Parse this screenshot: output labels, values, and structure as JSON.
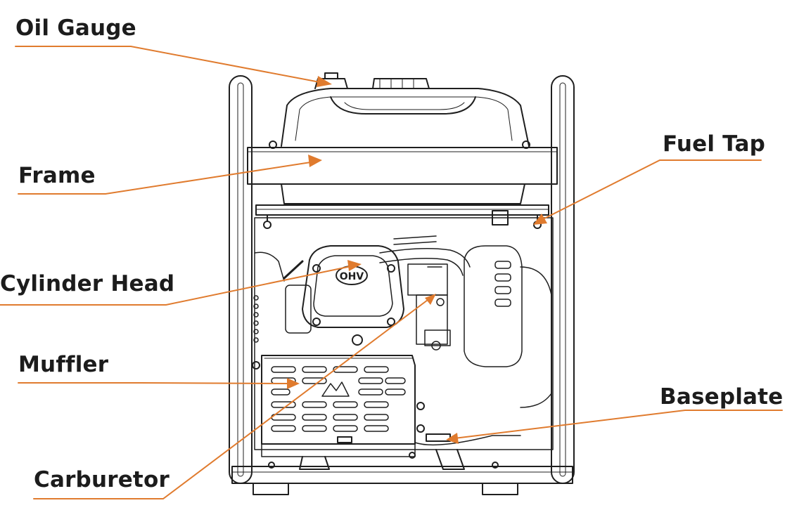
{
  "diagram": {
    "accent_color": "#e07b2e",
    "line_color": "#1f1f1f",
    "subject": "OHV portable generator, front view",
    "badge_text": "OHV",
    "labels": [
      {
        "id": "oil-gauge",
        "text": "Oil Gauge"
      },
      {
        "id": "frame",
        "text": "Frame"
      },
      {
        "id": "cylinder-head",
        "text": "Cylinder Head"
      },
      {
        "id": "muffler",
        "text": "Muffler"
      },
      {
        "id": "carburetor",
        "text": "Carburetor"
      },
      {
        "id": "fuel-tap",
        "text": "Fuel Tap"
      },
      {
        "id": "baseplate",
        "text": "Baseplate"
      }
    ]
  }
}
